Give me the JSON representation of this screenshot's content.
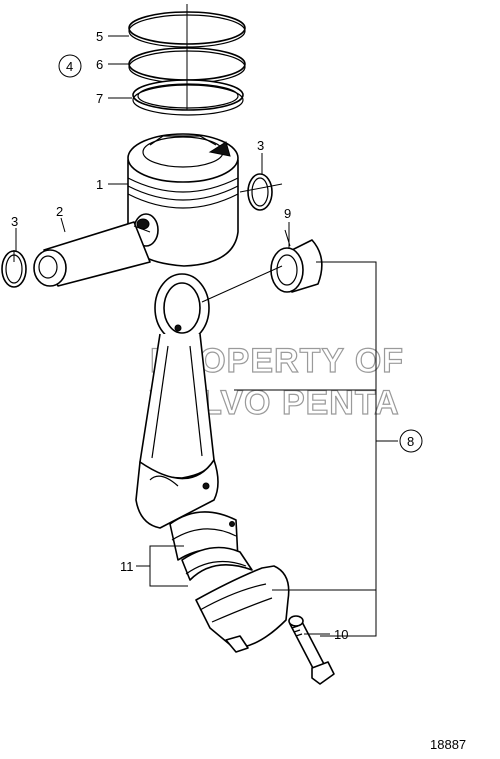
{
  "callouts": {
    "c5": "5",
    "c6": "6",
    "c4": "4",
    "c7": "7",
    "c1": "1",
    "c3a": "3",
    "c3b": "3",
    "c2": "2",
    "c9": "9",
    "c8": "8",
    "c11": "11",
    "c10": "10"
  },
  "watermark": {
    "line1": "PROPERTY OF",
    "line2": "VOLVO PENTA"
  },
  "drawing_number": "18887"
}
